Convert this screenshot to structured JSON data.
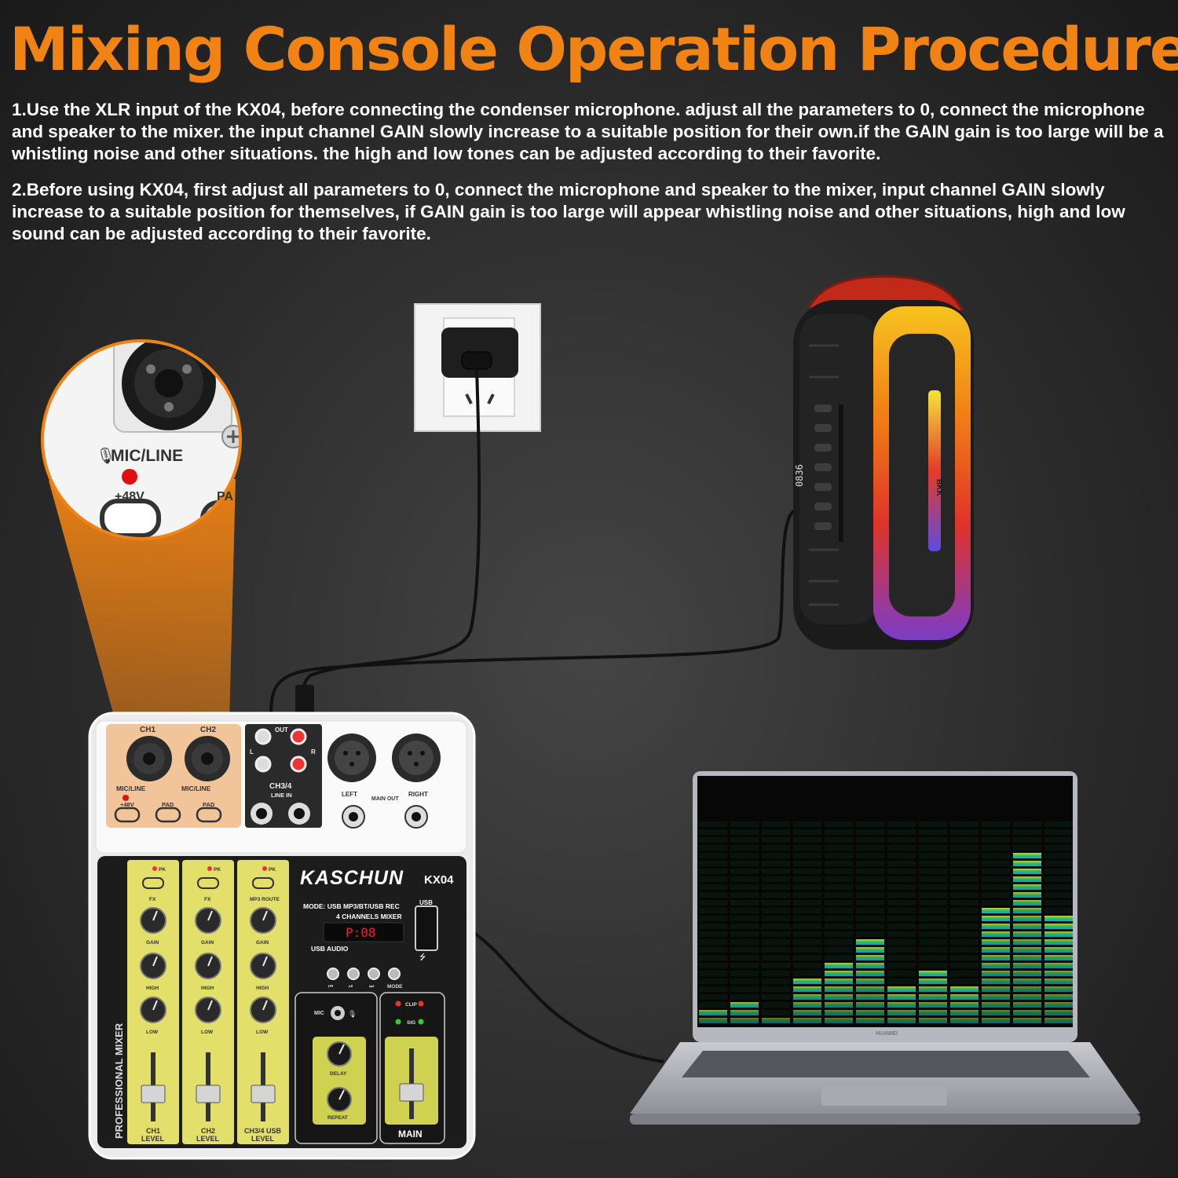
{
  "title": "Mixing Console Operation Procedure",
  "steps": [
    "1.Use the XLR input of the KX04, before connecting the condenser microphone. adjust all the parameters to 0, connect the microphone and speaker to the mixer. the input channel GAIN slowly increase to a suitable position for their own.if the GAIN gain is too large will be a whistling noise and other situations. the high and low tones can be adjusted according to their favorite.",
    "2.Before using KX04, first adjust all parameters to 0, connect the microphone and speaker to the mixer, input channel GAIN slowly increase to a suitable position for themselves, if GAIN gain is too large will appear whistling noise and other situations, high and low sound can be adjusted according to their favorite."
  ],
  "zoom": {
    "label": "MIC/LINE",
    "phantom": "+48V",
    "pad_partial": "PA"
  },
  "mixer": {
    "brand": "KASCHUN",
    "model": "KX04",
    "mode_text": "MODE: USB  MP3/BT/USB REC",
    "channels_text": "4 CHANNELS MIXER",
    "display": "P:08",
    "usb_audio": "USB AUDIO",
    "usb": "USB",
    "side_label": "PROFESSIONAL MIXER",
    "ch1": "CH1",
    "ch2": "CH2",
    "mic_line": "MIC/LINE",
    "phantom": "+48V",
    "pad": "PAD",
    "out": "OUT",
    "l": "L",
    "r": "R",
    "ch34_line_in": "CH3/4",
    "line_in": "LINE IN",
    "left": "LEFT",
    "right": "RIGHT",
    "main_out": "MAIN OUT",
    "pk": "PK",
    "fx": "FX",
    "mp3_route": "MP3 ROUTE",
    "gain": "GAIN",
    "high": "HIGH",
    "low": "LOW",
    "level": "LEVEL",
    "ch34_usb": "CH3/4 USB",
    "mode": "MODE",
    "mic": "MIC",
    "delay": "DELAY",
    "repeat": "REPEAT",
    "clip": "CLIP",
    "sig": "SIG",
    "main": "MAIN"
  },
  "laptop": {
    "brand": "HUAWEI"
  },
  "speaker": {
    "display": "0836",
    "tag": "BKK"
  },
  "colors": {
    "accent": "#f08314",
    "text": "#ffffff",
    "mixer_yellow": "#e2e06a",
    "input_orange": "#f2c49a"
  },
  "icons": {
    "mic": "microphone-icon",
    "usb": "usb-icon",
    "prev": "previous-icon",
    "play": "play-pause-icon",
    "next": "next-icon"
  }
}
